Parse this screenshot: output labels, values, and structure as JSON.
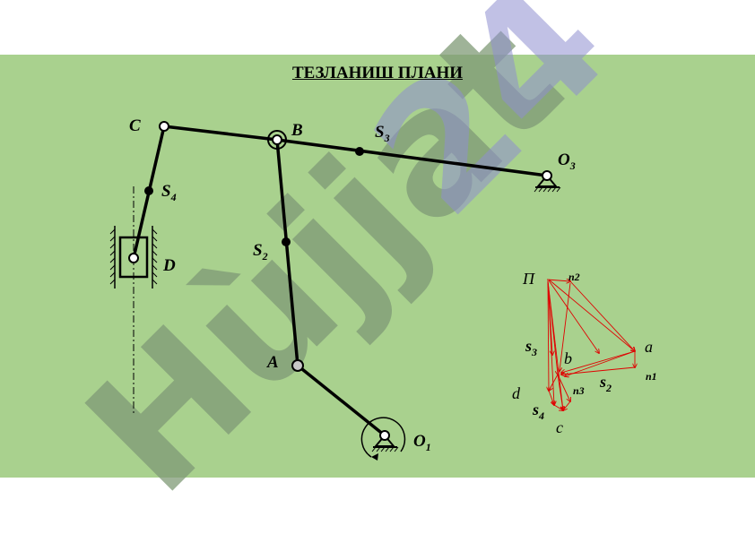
{
  "title": "ТЕЗЛАНИШ ПЛАНИ",
  "watermark": {
    "text_main": "Hùjjat",
    "text_num": "24"
  },
  "mechanism_labels": {
    "C": "C",
    "B": "B",
    "A": "A",
    "D": "D",
    "S3": "S",
    "S3_sub": "3",
    "S4": "S",
    "S4_sub": "4",
    "S2": "S",
    "S2_sub": "2",
    "O1": "O",
    "O1_sub": "1",
    "O3": "O",
    "O3_sub": "3"
  },
  "acceleration_plan_labels": {
    "pole": "П",
    "n2": "n2",
    "a": "a",
    "n1": "n1",
    "b": "b",
    "s3": "s",
    "s3_sub": "3",
    "s2": "s",
    "s2_sub": "2",
    "d": "d",
    "n3": "n3",
    "s4": "s",
    "s4_sub": "4",
    "c": "c"
  },
  "colors": {
    "background": "#a9d18e",
    "links": "#000000",
    "vectors": "#ff0000"
  }
}
